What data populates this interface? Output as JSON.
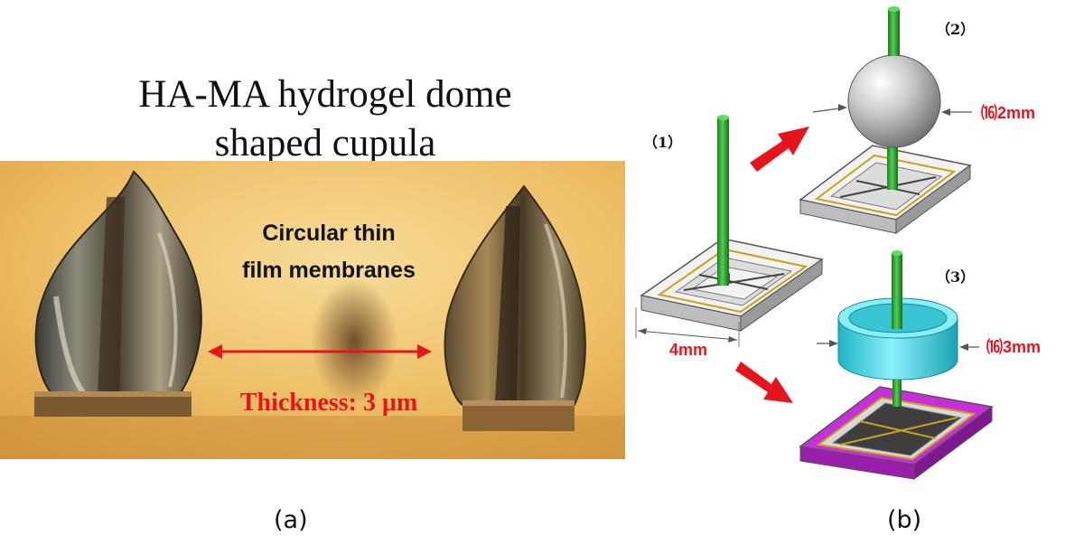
{
  "panel_a": {
    "title_line1": "HA-MA hydrogel dome",
    "title_line2": "shaped cupula",
    "label_line1": "Circular  thin",
    "label_line2": "film membranes",
    "thickness": "Thickness: 3 μm",
    "caption": "(a)"
  },
  "panel_b": {
    "step1": "（1）",
    "step2": "（2）",
    "step3": "（3）",
    "size_base": "4mm",
    "size_sphere": "⒃2mm",
    "size_cylinder": "⒃3mm",
    "caption": "(b)"
  },
  "colors": {
    "label_red": "#e8141c",
    "rod_green": "#2fa52f",
    "cylinder_cyan": "#46d7e6",
    "substrate_magenta": "#c72fd9",
    "photo_background": "#e9b65a"
  }
}
